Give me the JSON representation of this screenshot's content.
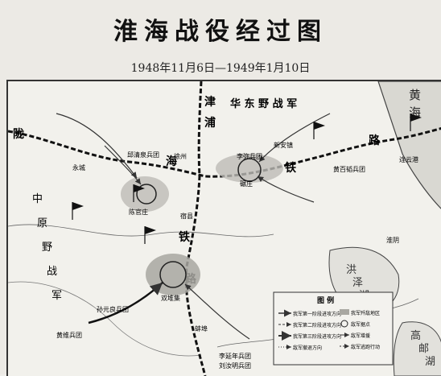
{
  "header": {
    "title": "淮海战役经过图",
    "subtitle": "1948年11月6日—1949年1月10日"
  },
  "map": {
    "sea_labels": [
      "黄",
      "海"
    ],
    "railway_chars": [
      "陇",
      "海",
      "铁",
      "路",
      "津",
      "浦",
      "铁",
      "路"
    ],
    "army_label": "华 东 野 战 军",
    "region_labels": [
      "中",
      "原",
      "野",
      "战",
      "军"
    ],
    "lake_labels": [
      "洪",
      "泽",
      "湖"
    ],
    "lake_labels_2": [
      "高",
      "邮",
      "湖"
    ],
    "places": [
      {
        "name": "徐州"
      },
      {
        "name": "新安镇"
      },
      {
        "name": "碾庄"
      },
      {
        "name": "宿县"
      },
      {
        "name": "双堆集"
      },
      {
        "name": "蚌埠"
      },
      {
        "name": "陈官庄"
      },
      {
        "name": "永城"
      },
      {
        "name": "连云港"
      },
      {
        "name": "淮阴"
      }
    ],
    "units": [
      {
        "name": "邱清泉兵团"
      },
      {
        "name": "孙元良兵团"
      },
      {
        "name": "黄百韬兵团"
      },
      {
        "name": "黄维兵团"
      },
      {
        "name": "李弥兵团"
      },
      {
        "name": "李延年兵团"
      },
      {
        "name": "刘汝明兵团"
      }
    ]
  },
  "legend": {
    "title": "图     例",
    "items": [
      {
        "label": "我军第一阶段进攻方向",
        "side": "left"
      },
      {
        "label": "我军第二阶段进攻方向",
        "side": "left"
      },
      {
        "label": "我军第三阶段进攻方向",
        "side": "left"
      },
      {
        "label": "敌军撤退方向",
        "side": "left"
      },
      {
        "label": "我军歼敌地区",
        "side": "right"
      },
      {
        "label": "敌军据点",
        "side": "right"
      },
      {
        "label": "敌军增援",
        "side": "right"
      },
      {
        "label": "敌军逃跑行动",
        "side": "right"
      }
    ]
  }
}
